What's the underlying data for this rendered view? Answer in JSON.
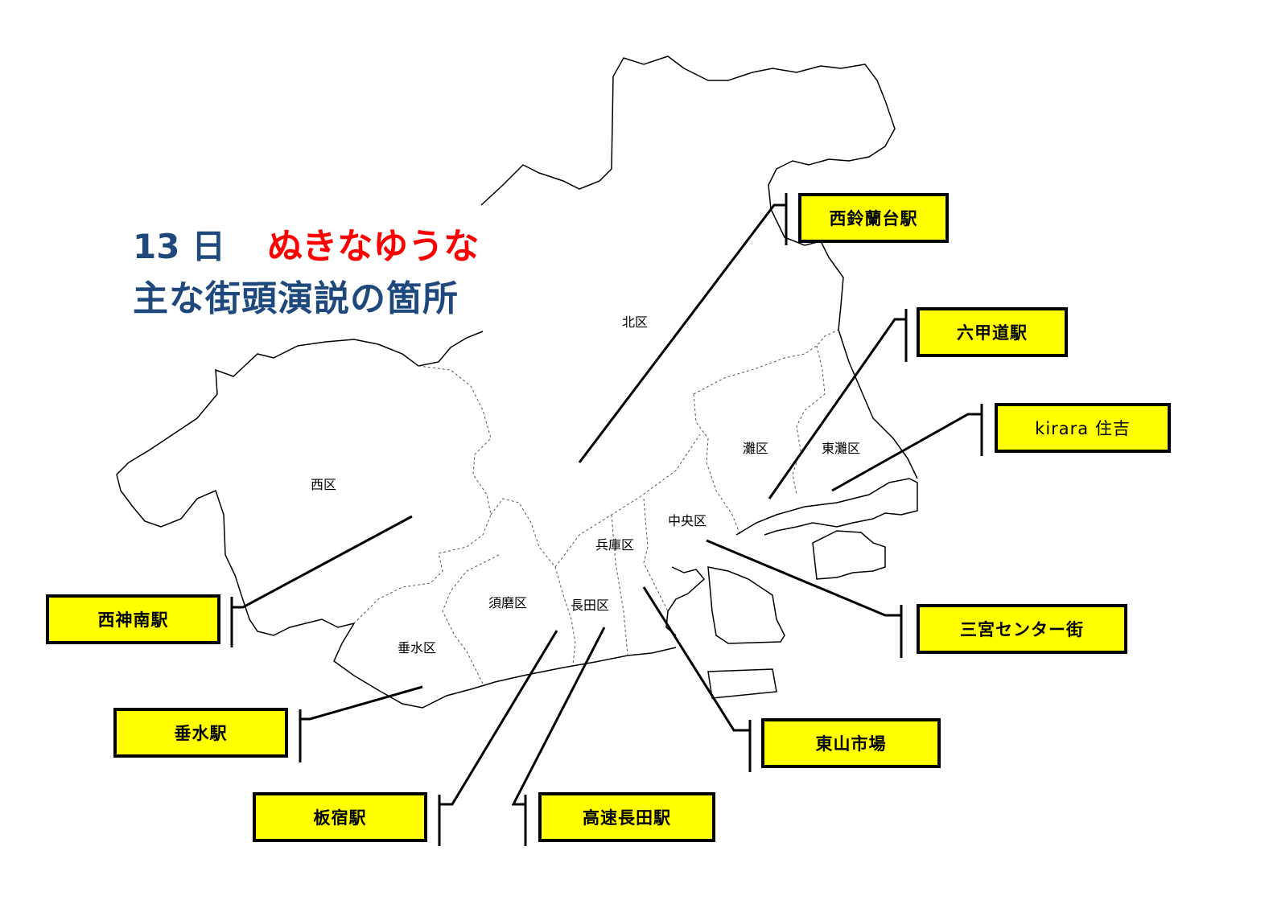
{
  "title": {
    "day": "13 日",
    "candidate": "ぬきなゆうな",
    "subtitle": "主な街頭演説の箇所",
    "day_color": "#1f497d",
    "candidate_color": "#ff0000"
  },
  "wards": [
    "北区",
    "西区",
    "灘区",
    "東灘区",
    "中央区",
    "兵庫区",
    "須磨区",
    "長田区",
    "垂水区"
  ],
  "stations": [
    "西鈴蘭台駅",
    "六甲道駅",
    "kirara 住吉",
    "西神南駅",
    "三宮センター街",
    "垂水駅",
    "東山市場",
    "板宿駅",
    "高速長田駅"
  ],
  "colors": {
    "label_fill": "#ffff00",
    "border": "#000000"
  }
}
